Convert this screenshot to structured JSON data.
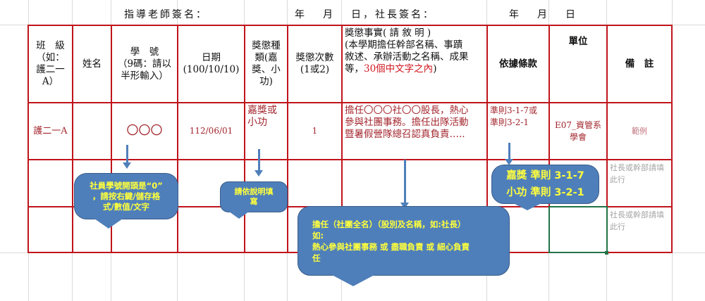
{
  "signature_line": {
    "advisor_label": "指導老師簽名：",
    "year1": "年",
    "month1": "月",
    "day1_and_president": "日，社長簽名：",
    "year2": "年",
    "month2": "月",
    "day2": "日"
  },
  "table": {
    "headers": {
      "class": "班　級\n（如：護二一A）",
      "class_line1": "班　級",
      "class_line2": "（如：",
      "class_line3": "護二一",
      "class_line4": "A）",
      "name": "姓名",
      "student_id_line1": "學　號",
      "student_id_line2": "（9碼：請以",
      "student_id_line3": "半形輸入）",
      "date_line1": "日期",
      "date_line2": "(100/10/10)",
      "reward_type_line1": "獎懲種",
      "reward_type_line2": "類(嘉",
      "reward_type_line3": "獎、小",
      "reward_type_line4": "功)",
      "reward_count_line1": "獎懲次數",
      "reward_count_line2": "(1或2)",
      "facts_line1": "獎懲事實( 請 敘 明 )",
      "facts_line2": "(本學期擔任幹部名稱、事蹟",
      "facts_line3": "敘述、承辦活動之名稱、成果",
      "facts_line4_prefix": "等，",
      "facts_line4_red": "30個中文字之內",
      "facts_line4_suffix": ")",
      "basis": "依據條款",
      "unit": "單位",
      "remarks": "備　註"
    },
    "example_row": {
      "class": "護二一A",
      "name": "",
      "student_id": "〇〇〇",
      "date": "112/06/01",
      "reward_type_line1": "嘉獎或",
      "reward_type_line2": "小功",
      "reward_count": "1",
      "facts_line1": "擔任〇〇〇社〇〇股長，熱心",
      "facts_line2": "參與社團事務。擔任出隊活動",
      "facts_line3": "暨暑假營隊總召認真負責…..",
      "basis_line1": "準則3-1-7或",
      "basis_line2": "準則3-2-1",
      "unit_line1": "E07_資管系",
      "unit_line2": "學會",
      "remarks": "範例"
    },
    "blank_rows": [
      {
        "remarks_line1": "社長或幹部請填",
        "remarks_line2": "此行"
      },
      {
        "remarks_line1": "社長或幹部請填",
        "remarks_line2": "此行"
      }
    ]
  },
  "callouts": {
    "student_id_note_line1": "社員學號開頭是“0”",
    "student_id_note_line2": "，請按右鍵/儲存格",
    "student_id_note_line3": "式/數值/文字",
    "fill_instruction_line1": "請依說明填",
    "fill_instruction_line2": "寫",
    "facts_example_line1": "擔任（社團全名）（股別及名稱，如:社長）",
    "facts_example_line2": "如:",
    "facts_example_line3": "熱心參與社團事務 或 盡職負責 或 細心負責",
    "facts_example_line4": "任",
    "basis_note_line1": "嘉獎 準則 3-1-7",
    "basis_note_line2": "小功 準則 3-2-1"
  },
  "colors": {
    "table_border": "#c0141c",
    "callout_fill": "#4f7fba",
    "callout_text": "#ffff3c",
    "example_text": "#a3272e",
    "highlight_red": "#d01820",
    "placeholder_gray": "#a5a5a5",
    "selection_green": "#217346"
  }
}
